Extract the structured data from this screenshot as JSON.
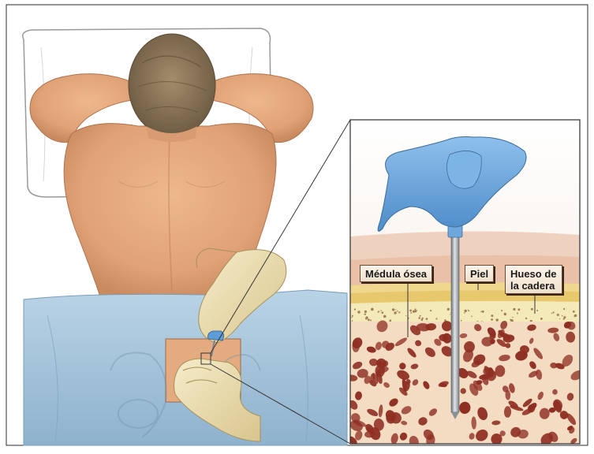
{
  "labels": {
    "medula": "Médula ósea",
    "piel": "Piel",
    "hueso_line1": "Hueso de",
    "hueso_line2": "la cadera"
  },
  "colors": {
    "skin": "#e2a77c",
    "skin_shadow": "#c98a5f",
    "hair": "#8e7a5c",
    "drape": "#a8c6dc",
    "glove": "#efe2b8",
    "needle_handle": "#6fa7dd",
    "marrow_bg": "#f1dcc1",
    "marrow_spots": "#8f2f23",
    "bone_yellow": "#f0dd8c"
  },
  "icons": {
    "needle": "bone-marrow-needle-icon"
  }
}
